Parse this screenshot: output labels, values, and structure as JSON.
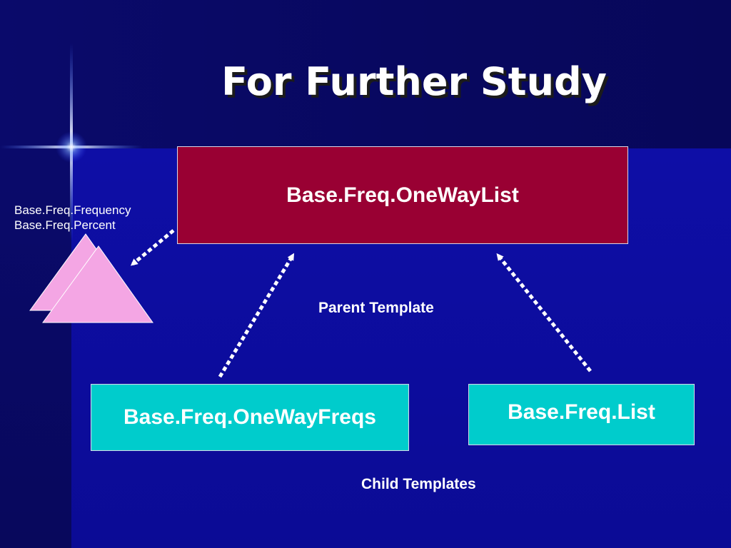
{
  "slide": {
    "title": "For Further Study"
  },
  "parent": {
    "name": "Base.Freq.OneWayList",
    "caption": "Parent Template"
  },
  "children": {
    "caption": "Child Templates",
    "items": [
      {
        "name": "Base.Freq.OneWayFreqs"
      },
      {
        "name": "Base.Freq.List"
      }
    ]
  },
  "methods": {
    "items": [
      "Base.Freq.Frequency",
      "Base.Freq.Percent"
    ]
  },
  "colors": {
    "background_dark": "#0a0a6e",
    "background_panel": "#0e0ea6",
    "parent_box": "#990033",
    "child_box": "#00cccc",
    "triangle": "#f4a6e4",
    "arrow": "#ffffff"
  }
}
